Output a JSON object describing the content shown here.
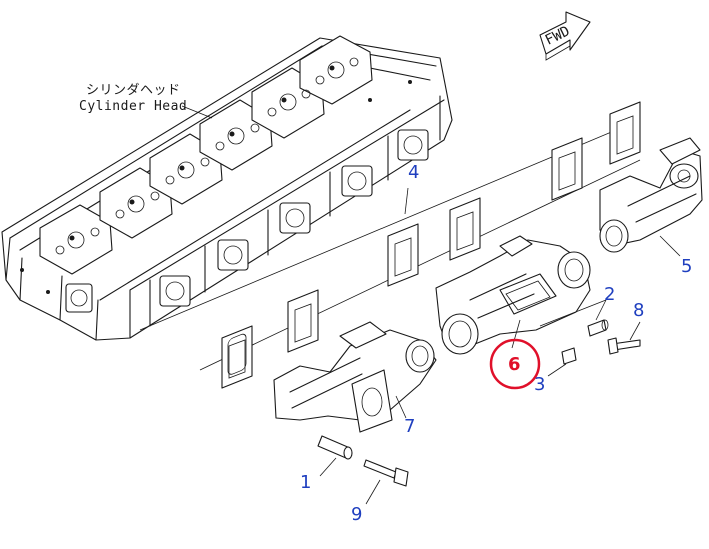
{
  "caption": {
    "japanese": "シリンダヘッド",
    "english": "Cylinder Head"
  },
  "direction_label": "FWD",
  "callouts": [
    {
      "id": "1",
      "text": "1"
    },
    {
      "id": "2",
      "text": "2"
    },
    {
      "id": "3",
      "text": "3"
    },
    {
      "id": "4",
      "text": "4"
    },
    {
      "id": "5",
      "text": "5"
    },
    {
      "id": "6",
      "text": "6",
      "highlighted": true
    },
    {
      "id": "7",
      "text": "7"
    },
    {
      "id": "8",
      "text": "8"
    },
    {
      "id": "9",
      "text": "9"
    }
  ],
  "colors": {
    "callout": "#1f3fbf",
    "highlight": "#e0102a",
    "line": "#1a1a1a"
  }
}
